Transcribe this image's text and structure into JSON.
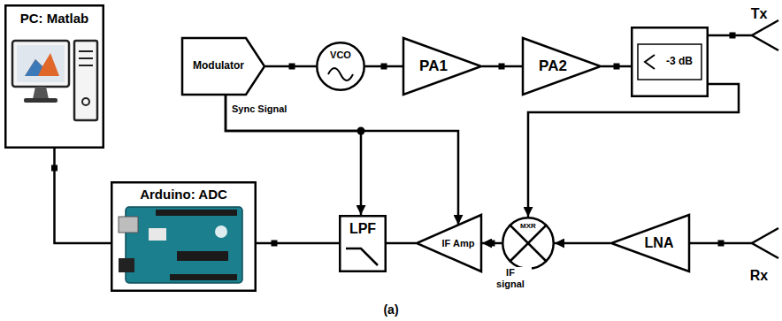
{
  "diagram": {
    "caption": "(a)",
    "nodes": [
      {
        "text": [
          "PC: Matlab"
        ]
      },
      {
        "text": [
          "Modulator"
        ]
      },
      {
        "text": [
          "VCO"
        ]
      },
      {
        "text": [
          "PA1"
        ]
      },
      {
        "text": [
          "PA2"
        ]
      },
      {
        "text": [
          "-3 dB"
        ]
      },
      {
        "text": [
          "Tx"
        ]
      },
      {
        "text": [
          "Arduino: ADC"
        ]
      },
      {
        "text": [
          "LPF"
        ]
      },
      {
        "text": [
          "IF Amp"
        ]
      },
      {
        "text": [
          "MXR"
        ]
      },
      {
        "text": [
          "LNA"
        ]
      },
      {
        "text": [
          "Rx"
        ]
      }
    ],
    "edges": [
      {
        "from": 0,
        "to": 7,
        "arrow": "none"
      },
      {
        "from": 1,
        "to": 2,
        "arrow": "none"
      },
      {
        "from": 2,
        "to": 3,
        "arrow": "none"
      },
      {
        "from": 3,
        "to": 4,
        "arrow": "none"
      },
      {
        "from": 4,
        "to": 5,
        "arrow": "none"
      },
      {
        "from": 5,
        "to": 6,
        "arrow": "none"
      },
      {
        "from": 1,
        "to": 8,
        "arrow": "to"
      },
      {
        "from": 1,
        "to": 9,
        "arrow": "to",
        "label": "Sync Signal"
      },
      {
        "from": 5,
        "to": 10,
        "arrow": "to"
      },
      {
        "from": 12,
        "to": 11,
        "arrow": "none"
      },
      {
        "from": 11,
        "to": 10,
        "arrow": "to"
      },
      {
        "from": 10,
        "to": 9,
        "arrow": "to",
        "label": "IF signal"
      },
      {
        "from": 9,
        "to": 8,
        "arrow": "none"
      },
      {
        "from": 8,
        "to": 7,
        "arrow": "none"
      }
    ]
  }
}
